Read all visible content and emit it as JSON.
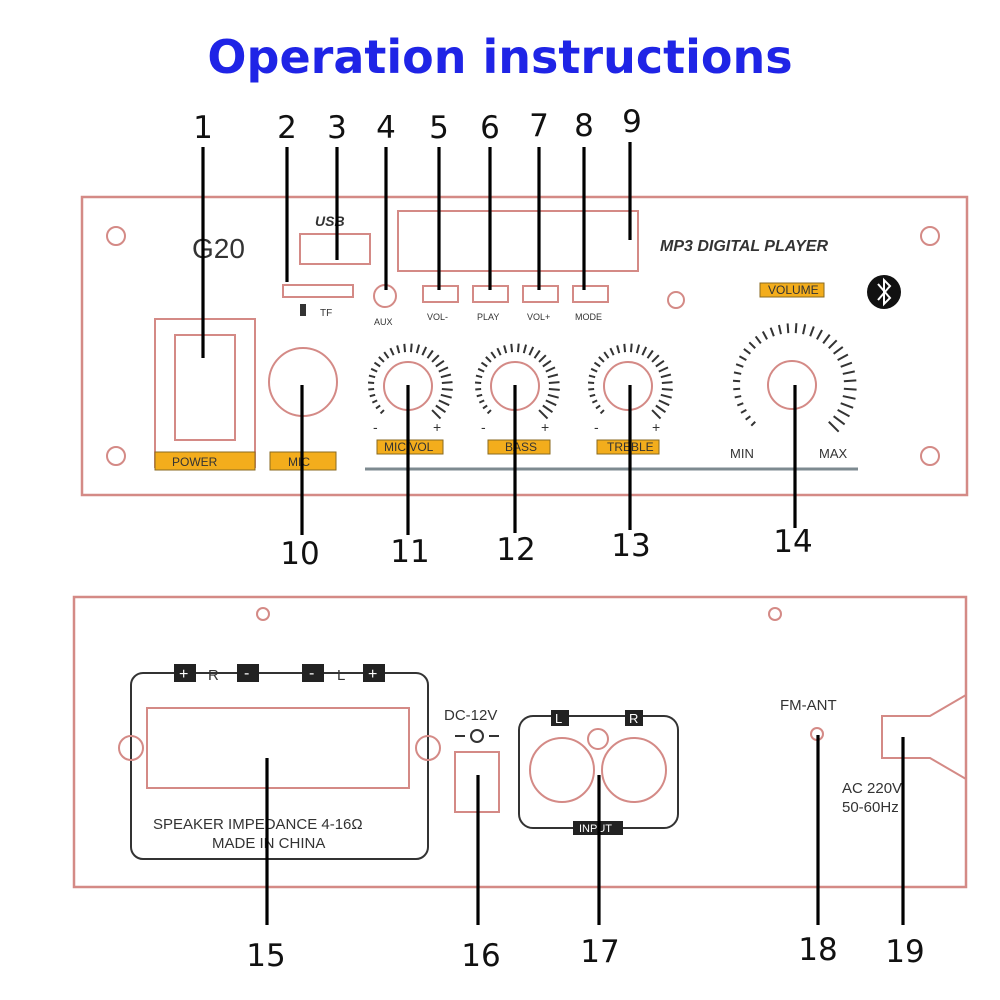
{
  "title": "Operation instructions",
  "front_panel": {
    "model": "G20",
    "usb_label": "USB",
    "tf_label": "TF",
    "aux_label": "AUX",
    "player_title": "MP3 DIGITAL PLAYER",
    "bluetooth_icon": "bluetooth-icon",
    "buttons": [
      "VOL-",
      "PLAY",
      "VOL+",
      "MODE"
    ],
    "power_label": "POWER",
    "mic_label": "MIC",
    "knob_labels": [
      "MIC VOL",
      "BASS",
      "TREBLE"
    ],
    "volume_label": "VOLUME",
    "knob_minus": "-",
    "knob_plus": "+",
    "min_label": "MIN",
    "max_label": "MAX"
  },
  "back_panel": {
    "speaker_r": "R",
    "speaker_l": "L",
    "speaker_plus": "+",
    "speaker_minus": "-",
    "impedance_text": "SPEAKER IMPEDANCE 4-16Ω",
    "made_in": "MADE IN CHINA",
    "dc_label": "DC-12V",
    "input_l": "L",
    "input_r": "R",
    "input_label": "INPUT",
    "fm_label": "FM-ANT",
    "ac_line1": "AC 220V",
    "ac_line2": "50-60Hz"
  },
  "callouts": [
    "1",
    "2",
    "3",
    "4",
    "5",
    "6",
    "7",
    "8",
    "9",
    "10",
    "11",
    "12",
    "13",
    "14",
    "15",
    "16",
    "17",
    "18",
    "19"
  ],
  "colors": {
    "title": "#1f24e6",
    "panel_outline": "#d48a86",
    "label_fill": "#f3ad1c"
  }
}
